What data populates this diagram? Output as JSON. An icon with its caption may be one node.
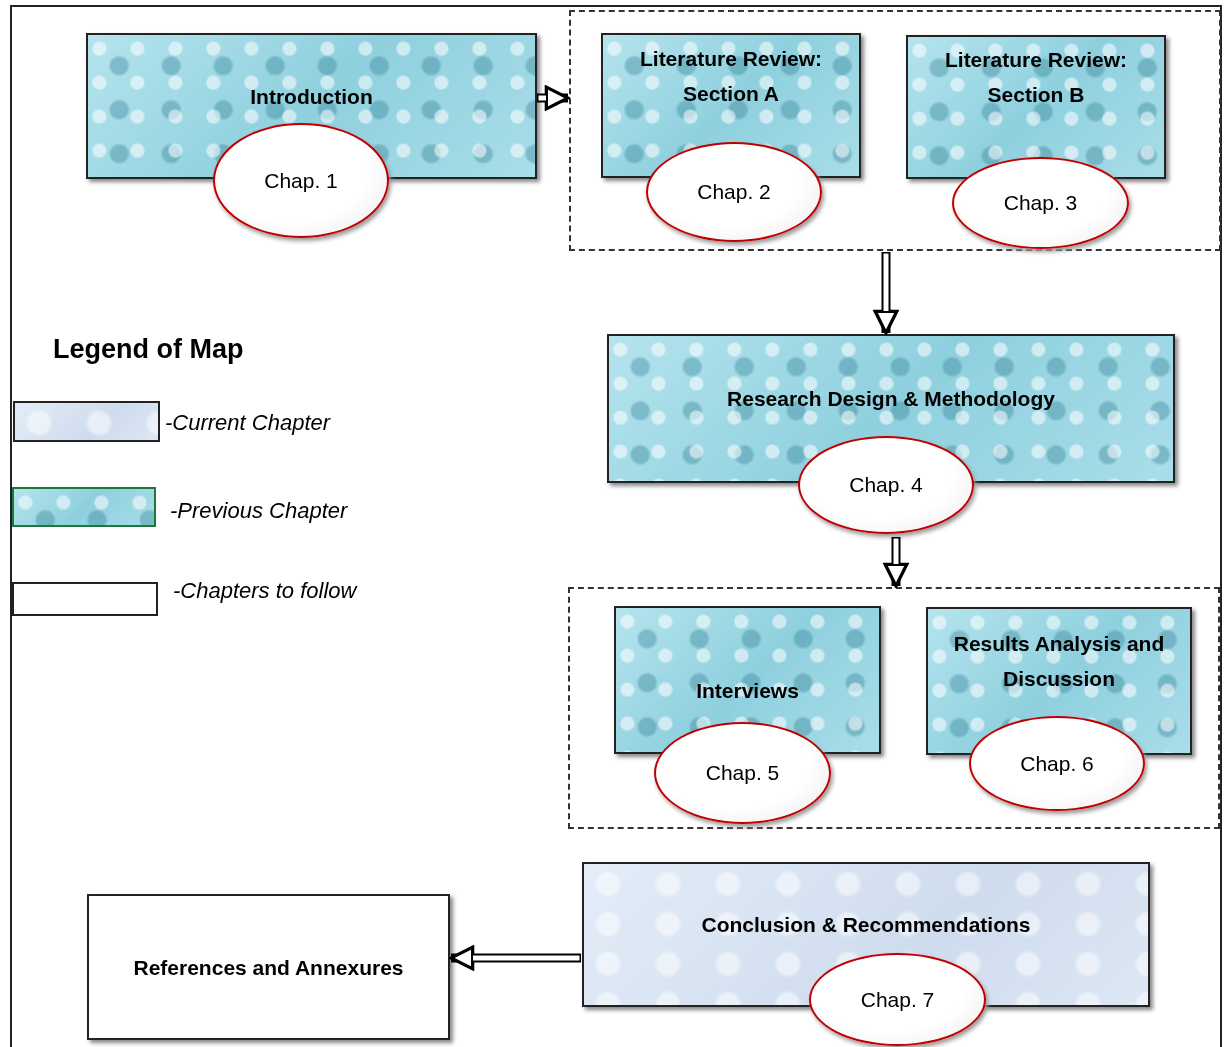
{
  "diagram": {
    "nodes": [
      {
        "text": [
          "Introduction"
        ]
      },
      {
        "text": [
          "Chap. 1"
        ]
      },
      {
        "text": [],
        "shape": "box"
      },
      {
        "text": [
          "Literature Review: Section A"
        ],
        "in": 2
      },
      {
        "text": [
          "Chap. 2"
        ],
        "in": 2
      },
      {
        "text": [
          "Literature Review: Section B"
        ],
        "in": 2
      },
      {
        "text": [
          "Chap. 3"
        ],
        "in": 2
      },
      {
        "text": [
          "Research Design & Methodology"
        ]
      },
      {
        "text": [
          "Chap. 4"
        ]
      },
      {
        "text": [],
        "shape": "box"
      },
      {
        "text": [
          "Interviews"
        ],
        "in": 9
      },
      {
        "text": [
          "Chap. 5"
        ],
        "in": 9
      },
      {
        "text": [
          "Results Analysis and Discussion"
        ],
        "in": 9
      },
      {
        "text": [
          "Chap. 6"
        ],
        "in": 9
      },
      {
        "text": [
          "Conclusion & Recommendations"
        ]
      },
      {
        "text": [
          "Chap. 7"
        ]
      },
      {
        "text": [
          "References and Annexures"
        ]
      }
    ],
    "edges": [
      {
        "from": 0,
        "to": 2,
        "arrow": "to"
      },
      {
        "from": 2,
        "to": 7,
        "arrow": "to"
      },
      {
        "from": 8,
        "to": 9,
        "arrow": "to"
      },
      {
        "from": 14,
        "to": 16,
        "arrow": "to"
      }
    ],
    "labels": [
      "Legend of Map"
    ],
    "legend": [
      {
        "text": "-Current Chapter",
        "color": "#dbe6f3"
      },
      {
        "text": "-Previous Chapter",
        "color": "#9fd6e2"
      },
      {
        "text": "-Chapters to follow",
        "color": "#ffffff"
      }
    ]
  }
}
